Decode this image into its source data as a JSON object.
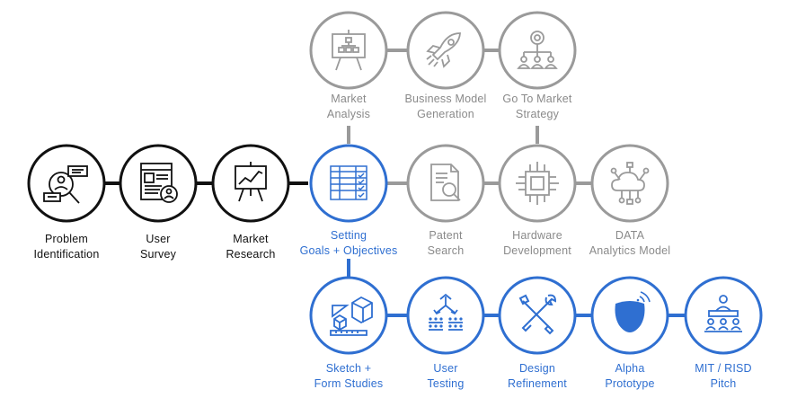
{
  "colors": {
    "black": "#111111",
    "blue": "#2f6fd1",
    "gray": "#9a9a9a",
    "gray_text": "#8a8a8a"
  },
  "steps": {
    "problem_identification": {
      "line1": "Problem",
      "line2": "Identification",
      "icon": "person-chat-icon"
    },
    "user_survey": {
      "line1": "User",
      "line2": "Survey",
      "icon": "survey-profile-icon"
    },
    "market_research_1": {
      "line1": "Market",
      "line2": "Research",
      "icon": "presentation-chart-icon"
    },
    "setting_goals": {
      "line1": "Setting",
      "line2": "Goals + Objectives",
      "icon": "checklist-icon"
    },
    "market_analysis": {
      "line1": "Market",
      "line2": "Analysis",
      "icon": "presentation-hierarchy-icon"
    },
    "business_model": {
      "line1": "Business Model",
      "line2": "Generation",
      "icon": "rocket-icon"
    },
    "go_to_market": {
      "line1": "Go To Market",
      "line2": "Strategy",
      "icon": "org-chart-icon"
    },
    "patent_search": {
      "line1": "Patent",
      "line2": "Search",
      "icon": "document-search-icon"
    },
    "hardware_development": {
      "line1": "Hardware",
      "line2": "Development",
      "icon": "chip-icon"
    },
    "data_analytics": {
      "line1": "DATA",
      "line2": "Analytics Model",
      "icon": "cloud-network-icon"
    },
    "sketch_form": {
      "line1": "Sketch +",
      "line2": "Form Studies",
      "icon": "sketch-cube-icon"
    },
    "user_testing": {
      "line1": "User",
      "line2": "Testing",
      "icon": "user-testing-icon"
    },
    "design_refinement": {
      "line1": "Design",
      "line2": "Refinement",
      "icon": "tools-icon"
    },
    "alpha_prototype": {
      "line1": "Alpha",
      "line2": "Prototype",
      "icon": "device-prototype-icon"
    },
    "mit_risd_pitch": {
      "line1": "MIT / RISD",
      "line2": "Pitch",
      "icon": "presenter-audience-icon"
    }
  }
}
